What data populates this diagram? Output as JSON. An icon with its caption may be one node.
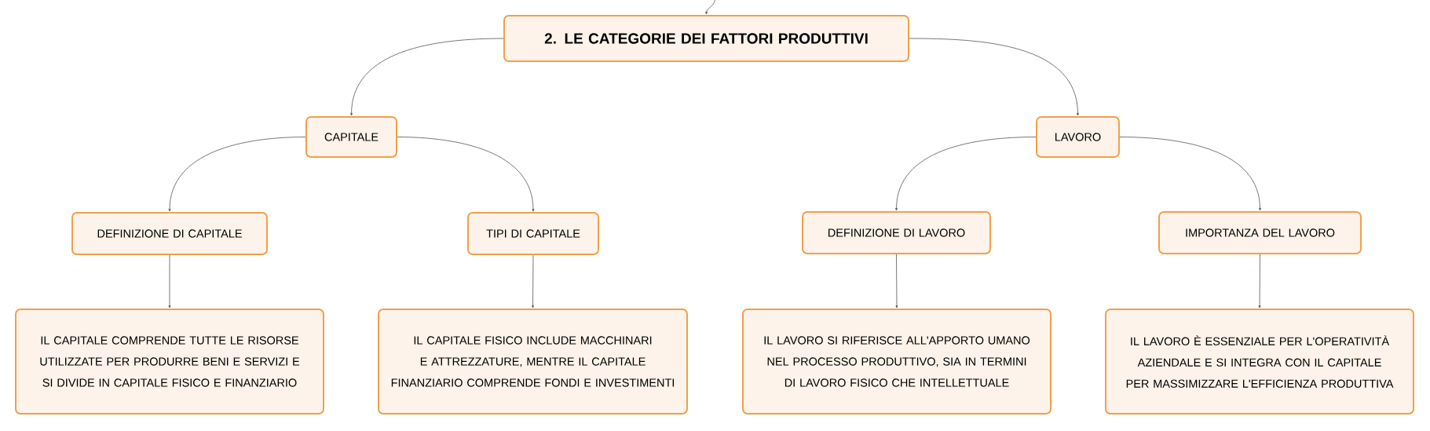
{
  "diagram": {
    "nodes": [
      {
        "text": [
          "2. LE CATEGORIE DEI FATTORI PRODUTTIVI"
        ]
      },
      {
        "text": [
          "CAPITALE"
        ]
      },
      {
        "text": [
          "DEFINIZIONE DI CAPITALE"
        ]
      },
      {
        "text": [
          "TIPI DI CAPITALE"
        ]
      },
      {
        "text": [
          "IL CAPITALE COMPRENDE TUTTE LE RISORSE UTILIZZATE PER PRODURRE BENI E SERVIZI E SI DIVIDE IN CAPITALE FISICO E FINANZIARIO"
        ]
      },
      {
        "text": [
          "IL CAPITALE FISICO INCLUDE MACCHINARI E ATTREZZATURE, MENTRE IL CAPITALE FINANZIARIO COMPRENDE FONDI E INVESTIMENTI"
        ]
      },
      {
        "text": [
          "LAVORO"
        ]
      },
      {
        "text": [
          "DEFINIZIONE DI LAVORO"
        ]
      },
      {
        "text": [
          "IMPORTANZA DEL LAVORO"
        ]
      },
      {
        "text": [
          "IL LAVORO SI RIFERISCE ALL'APPORTO UMANO NEL PROCESSO PRODUTTIVO, SIA IN TERMINI DI LAVORO FISICO CHE INTELLETTUALE"
        ]
      },
      {
        "text": [
          "IL LAVORO È ESSENZIALE PER L'OPERATIVITÀ AZIENDALE E SI INTEGRA CON IL CAPITALE PER MASSIMIZZARE L'EFFICIENZA PRODUTTIVA"
        ]
      }
    ],
    "edges": [
      {
        "from": null,
        "to": 0,
        "arrow": "to"
      },
      {
        "from": 0,
        "to": 1,
        "arrow": "to"
      },
      {
        "from": 0,
        "to": 6,
        "arrow": "to"
      },
      {
        "from": 1,
        "to": 2,
        "arrow": "to"
      },
      {
        "from": 1,
        "to": 3,
        "arrow": "to"
      },
      {
        "from": 2,
        "to": 4,
        "arrow": "to"
      },
      {
        "from": 3,
        "to": 5,
        "arrow": "to"
      },
      {
        "from": 6,
        "to": 7,
        "arrow": "to"
      },
      {
        "from": 6,
        "to": 8,
        "arrow": "to"
      },
      {
        "from": 7,
        "to": 9,
        "arrow": "to"
      },
      {
        "from": 8,
        "to": 10,
        "arrow": "to"
      }
    ]
  }
}
